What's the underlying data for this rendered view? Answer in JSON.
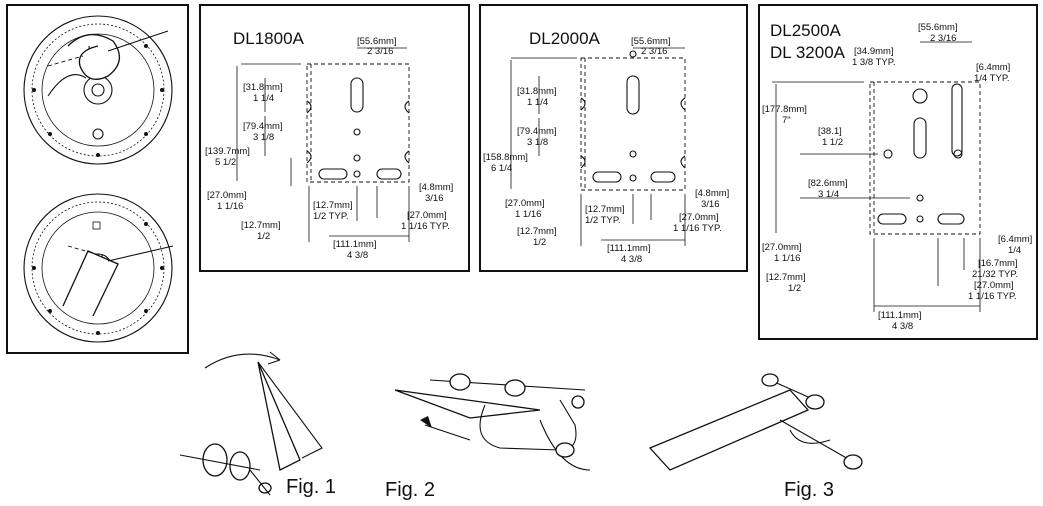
{
  "models": {
    "dl1800a": {
      "title": "DL1800A",
      "dims": {
        "top_width_mm": "[55.6mm]",
        "top_width_in": "2 3/16",
        "slot_mm": "[31.8mm]",
        "slot_in": "1 1/4",
        "mid_mm": "[79.4mm]",
        "mid_in": "3 1/8",
        "height_mm": "[139.7mm]",
        "height_in": "5 1/2",
        "low_mm": "[27.0mm]",
        "low_in": "1 1/16",
        "off_mm": "[12.7mm]",
        "off_in": "1/2",
        "edge_mm": "[4.8mm]",
        "edge_in": "3/16",
        "typ12_mm": "[12.7mm]",
        "typ12_in": "1/2 TYP.",
        "typ27_mm": "[27.0mm]",
        "typ27_in": "1 1/16 TYP.",
        "width_mm": "[111.1mm]",
        "width_in": "4 3/8"
      }
    },
    "dl2000a": {
      "title": "DL2000A",
      "dims": {
        "top_width_mm": "[55.6mm]",
        "top_width_in": "2 3/16",
        "slot_mm": "[31.8mm]",
        "slot_in": "1 1/4",
        "mid_mm": "[79.4mm]",
        "mid_in": "3 1/8",
        "height_mm": "[158.8mm]",
        "height_in": "6 1/4",
        "low_mm": "[27.0mm]",
        "low_in": "1 1/16",
        "off_mm": "[12.7mm]",
        "off_in": "1/2",
        "edge_mm": "[4.8mm]",
        "edge_in": "3/16",
        "typ12_mm": "[12.7mm]",
        "typ12_in": "1/2 TYP.",
        "typ27_mm": "[27.0mm]",
        "typ27_in": "1 1/16 TYP.",
        "width_mm": "[111.1mm]",
        "width_in": "4 3/8"
      }
    },
    "dl2500a": {
      "title1": "DL2500A",
      "title2": "DL 3200A",
      "dims": {
        "top_width_mm": "[55.6mm]",
        "top_width_in": "2 3/16",
        "slot_mm": "[34.9mm]",
        "slot_in": "1 3/8 TYP.",
        "slotw_mm": "[6.4mm]",
        "slotw_in": "1/4 TYP.",
        "height_mm": "[177.8mm]",
        "height_in": "7\"",
        "upper_mm": "[38.1]",
        "upper_in": "1 1/2",
        "mid_mm": "[82.6mm]",
        "mid_in": "3 1/4",
        "low_mm": "[27.0mm]",
        "low_in": "1 1/16",
        "off_mm": "[12.7mm]",
        "off_in": "1/2",
        "edge_mm": "[6.4mm]",
        "edge_in": "1/4",
        "typ16_mm": "[16.7mm]",
        "typ16_in": "21/32 TYP.",
        "typ27_mm": "[27.0mm]",
        "typ27_in": "1 1/16 TYP.",
        "width_mm": "[111.1mm]",
        "width_in": "4 3/8"
      }
    }
  },
  "figures": {
    "fig1": "Fig. 1",
    "fig2": "Fig. 2",
    "fig3": "Fig. 3"
  }
}
